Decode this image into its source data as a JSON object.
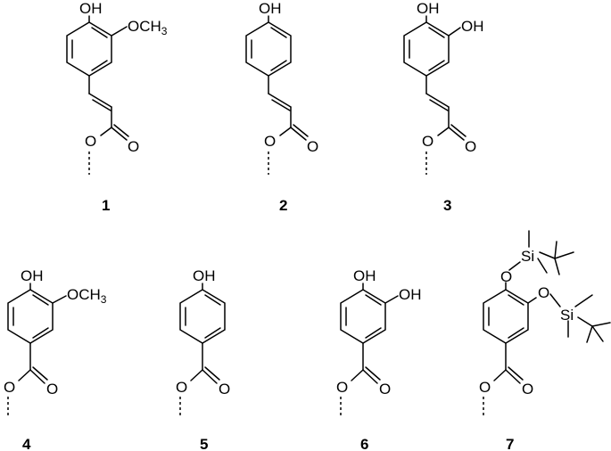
{
  "compounds": [
    {
      "number": "1",
      "labels": {
        "oh": "OH",
        "och3": "OCH",
        "och3_sub": "3",
        "o_ester": "O",
        "o_carbonyl": "O"
      }
    },
    {
      "number": "2",
      "labels": {
        "oh": "OH",
        "o_ester": "O",
        "o_carbonyl": "O"
      }
    },
    {
      "number": "3",
      "labels": {
        "oh": "OH",
        "oh2": "OH",
        "o_ester": "O",
        "o_carbonyl": "O"
      }
    },
    {
      "number": "4",
      "labels": {
        "oh": "OH",
        "och3": "OCH",
        "och3_sub": "3",
        "o_ester": "O",
        "o_carbonyl": "O"
      }
    },
    {
      "number": "5",
      "labels": {
        "oh": "OH",
        "o_ester": "O",
        "o_carbonyl": "O"
      }
    },
    {
      "number": "6",
      "labels": {
        "oh": "OH",
        "oh2": "OH",
        "o_ester": "O",
        "o_carbonyl": "O"
      }
    },
    {
      "number": "7",
      "labels": {
        "o1": "O",
        "si1": "Si",
        "o2": "O",
        "si2": "Si",
        "o_ester": "O",
        "o_carbonyl": "O"
      }
    }
  ]
}
